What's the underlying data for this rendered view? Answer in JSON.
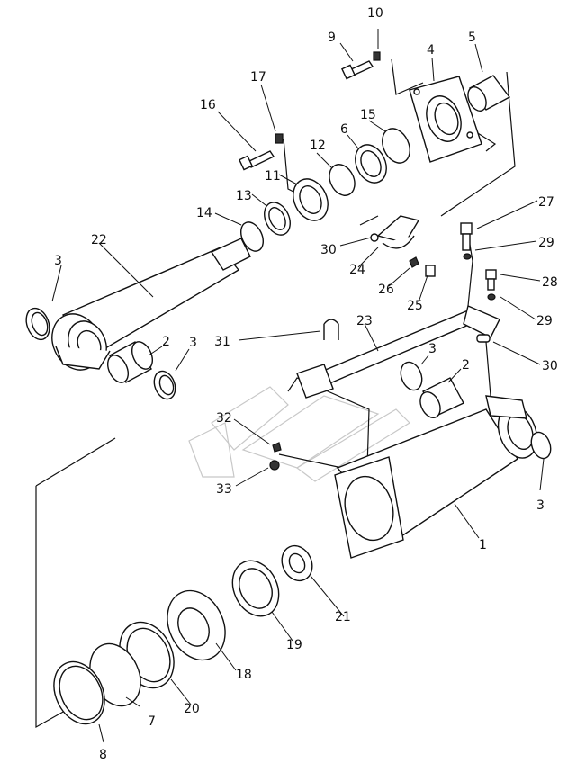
{
  "callouts": [
    {
      "id": "c1",
      "label": "1"
    },
    {
      "id": "c2a",
      "label": "2"
    },
    {
      "id": "c2b",
      "label": "2"
    },
    {
      "id": "c3a",
      "label": "3"
    },
    {
      "id": "c3b",
      "label": "3"
    },
    {
      "id": "c3c",
      "label": "3"
    },
    {
      "id": "c3d",
      "label": "3"
    },
    {
      "id": "c4",
      "label": "4"
    },
    {
      "id": "c5",
      "label": "5"
    },
    {
      "id": "c6",
      "label": "6"
    },
    {
      "id": "c7",
      "label": "7"
    },
    {
      "id": "c8",
      "label": "8"
    },
    {
      "id": "c9",
      "label": "9"
    },
    {
      "id": "c10",
      "label": "10"
    },
    {
      "id": "c11",
      "label": "11"
    },
    {
      "id": "c12",
      "label": "12"
    },
    {
      "id": "c13",
      "label": "13"
    },
    {
      "id": "c14",
      "label": "14"
    },
    {
      "id": "c15",
      "label": "15"
    },
    {
      "id": "c16",
      "label": "16"
    },
    {
      "id": "c17",
      "label": "17"
    },
    {
      "id": "c18",
      "label": "18"
    },
    {
      "id": "c19",
      "label": "19"
    },
    {
      "id": "c20",
      "label": "20"
    },
    {
      "id": "c21",
      "label": "21"
    },
    {
      "id": "c22",
      "label": "22"
    },
    {
      "id": "c23",
      "label": "23"
    },
    {
      "id": "c24",
      "label": "24"
    },
    {
      "id": "c25",
      "label": "25"
    },
    {
      "id": "c26",
      "label": "26"
    },
    {
      "id": "c27",
      "label": "27"
    },
    {
      "id": "c28",
      "label": "28"
    },
    {
      "id": "c29a",
      "label": "29"
    },
    {
      "id": "c29b",
      "label": "29"
    },
    {
      "id": "c30a",
      "label": "30"
    },
    {
      "id": "c30b",
      "label": "30"
    },
    {
      "id": "c31",
      "label": "31"
    },
    {
      "id": "c32",
      "label": "32"
    },
    {
      "id": "c33",
      "label": "33"
    }
  ]
}
